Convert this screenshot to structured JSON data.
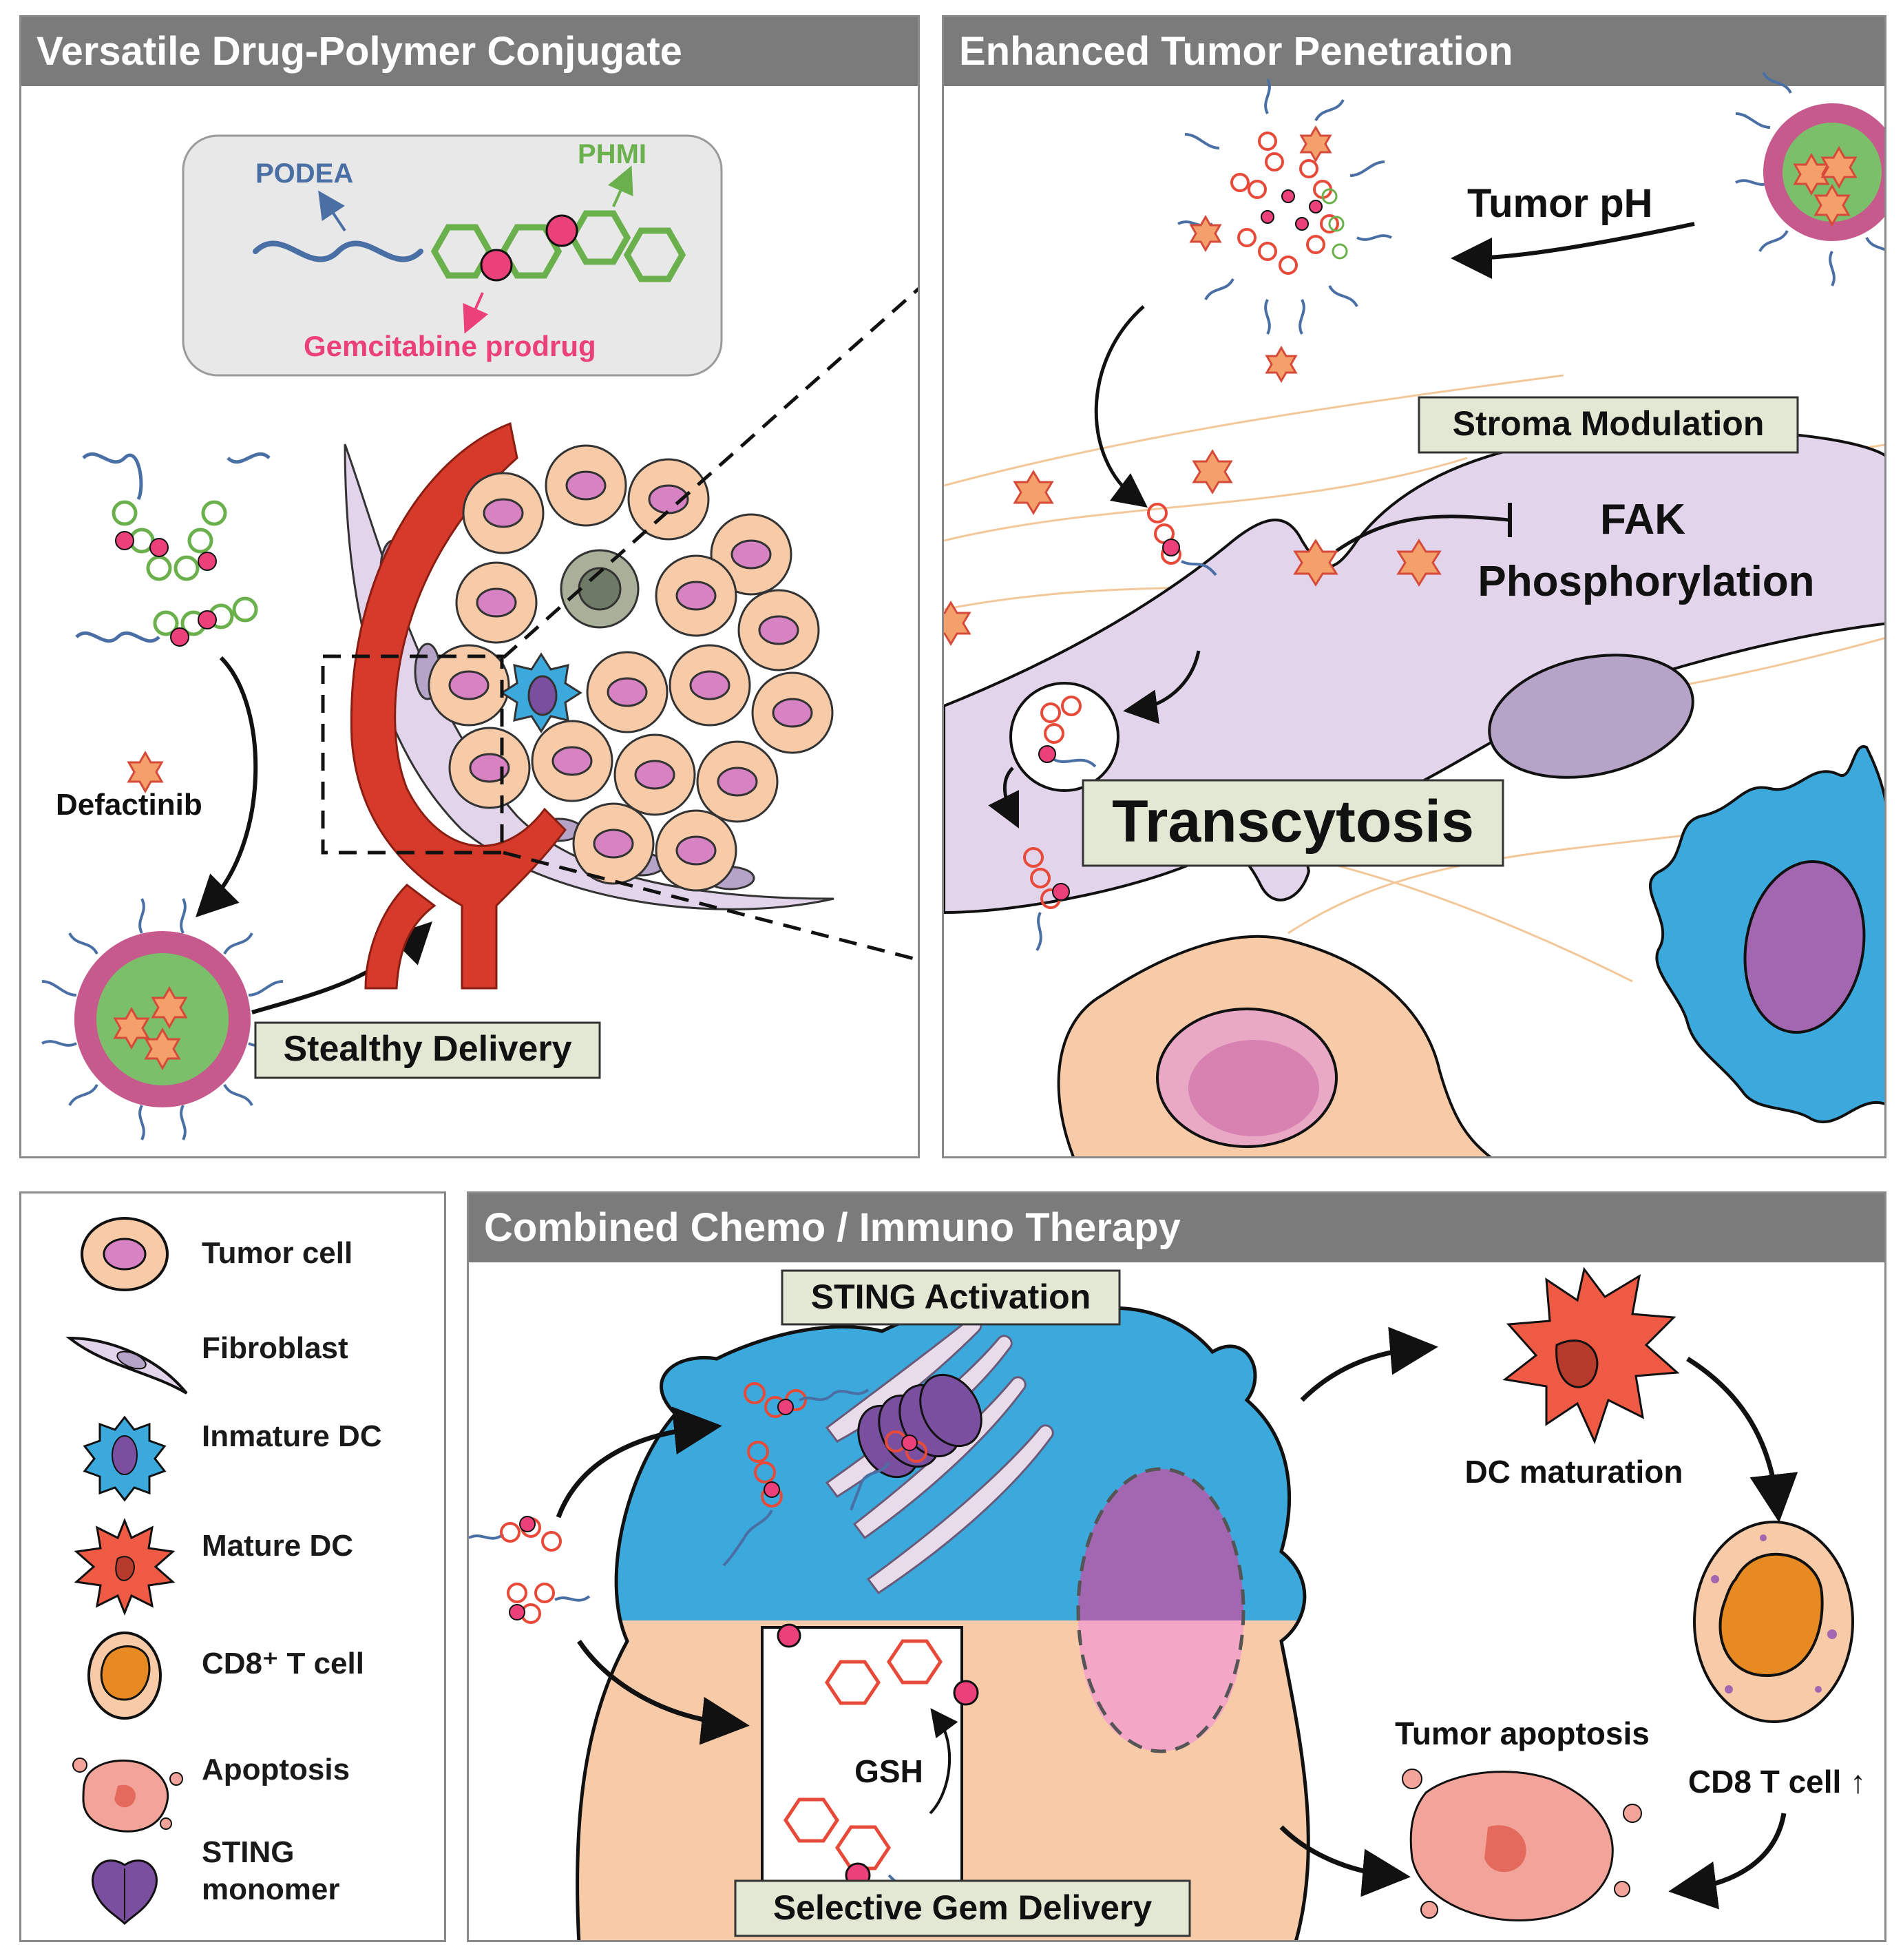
{
  "panels": {
    "conjugate": {
      "title": "Versatile Drug-Polymer Conjugate",
      "podea_label": "PODEA",
      "phmi_label": "PHMI",
      "prodrug_label": "Gemcitabine prodrug",
      "defactinib_label": "Defactinib",
      "delivery_label": "Stealthy Delivery"
    },
    "penetration": {
      "title": "Enhanced Tumor Penetration",
      "ph_label": "Tumor pH",
      "stroma_label": "Stroma Modulation",
      "fak_line1": "FAK",
      "fak_line2": "Phosphorylation",
      "transcytosis_label": "Transcytosis"
    },
    "therapy": {
      "title": "Combined Chemo / Immuno Therapy",
      "sting_label": "STING Activation",
      "gsh_label": "GSH",
      "gem_label": "Selective Gem Delivery",
      "dc_maturation_label": "DC maturation",
      "apoptosis_label": "Tumor apoptosis",
      "tcell_label": "CD8 T cell ↑"
    }
  },
  "legend": {
    "items": [
      {
        "label": "Tumor cell",
        "icon": "tumor-cell-icon"
      },
      {
        "label": "Fibroblast",
        "icon": "fibroblast-icon"
      },
      {
        "label": "Inmature DC",
        "icon": "immature-dc-icon"
      },
      {
        "label": "Mature DC",
        "icon": "mature-dc-icon"
      },
      {
        "label": "CD8⁺ T cell",
        "icon": "t-cell-icon"
      },
      {
        "label": "Apoptosis",
        "icon": "apoptosis-icon"
      },
      {
        "label": "STING",
        "icon": "sting-monomer-icon"
      },
      {
        "label": "monomer",
        "icon": ""
      }
    ]
  },
  "colors": {
    "header": "#7b7b7b",
    "podea": "#4a6fa5",
    "phmi": "#6ab04c",
    "prodrug": "#ec407a",
    "vessel": "#d63a2a",
    "tumor_cell": "#f8cba8",
    "tumor_nucleus": "#d782c3",
    "fibroblast": "#e2d4ea",
    "dc_blue": "#3ba9dc",
    "mature_dc": "#ef5a45",
    "t_cell": "#e88a22",
    "label_box": "#e3e8d5"
  }
}
